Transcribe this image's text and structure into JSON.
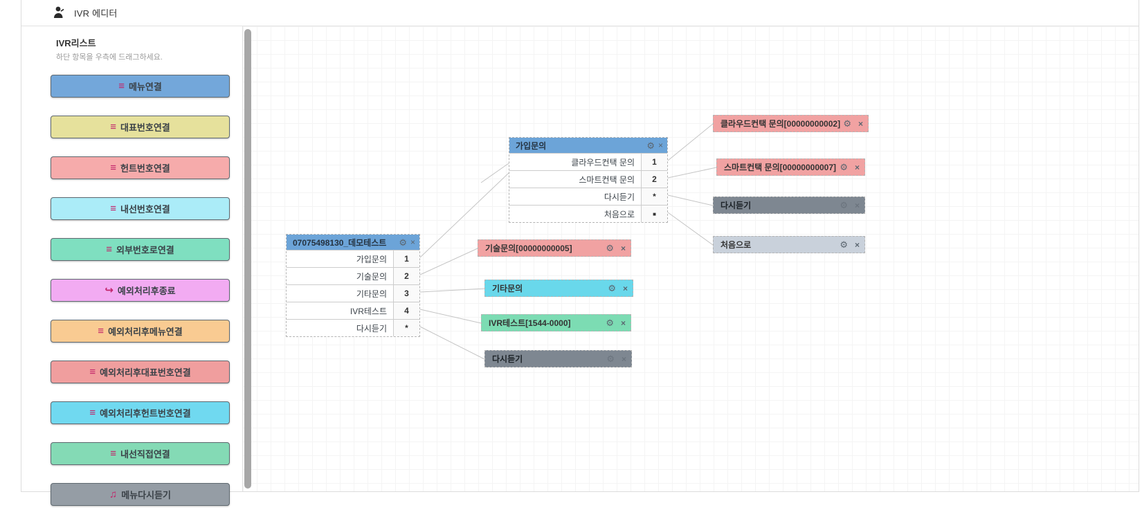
{
  "app": {
    "title": "IVR 에디터"
  },
  "sidebar": {
    "title": "IVR리스트",
    "subtitle": "하단 항목을 우측에 드래그하세요.",
    "items": [
      {
        "label": "메뉴연결",
        "glyph": "≡",
        "color": "#73a7da"
      },
      {
        "label": "대표번호연결",
        "glyph": "≡",
        "color": "#e6e19c"
      },
      {
        "label": "헌트번호연결",
        "glyph": "≡",
        "color": "#f6abab"
      },
      {
        "label": "내선번호연결",
        "glyph": "≡",
        "color": "#abecf8"
      },
      {
        "label": "외부번호로연결",
        "glyph": "≡",
        "color": "#7fdfc0"
      },
      {
        "label": "예외처리후종료",
        "glyph": "↪",
        "color": "#f2abf2"
      },
      {
        "label": "예외처리후메뉴연결",
        "glyph": "≡",
        "color": "#f9cb92"
      },
      {
        "label": "예외처리후대표번호연결",
        "glyph": "≡",
        "color": "#f09e9e"
      },
      {
        "label": "예외처리후헌트번호연결",
        "glyph": "≡",
        "color": "#70d9f0"
      },
      {
        "label": "내선직접연결",
        "glyph": "≡",
        "color": "#84dab5"
      },
      {
        "label": "메뉴다시듣기",
        "glyph": "♫",
        "color": "#959da5"
      }
    ]
  },
  "canvas": {
    "icons": {
      "gear": "⚙",
      "close": "×"
    },
    "menu_nodes": [
      {
        "title": "07075498130_데모테스트",
        "rows": [
          {
            "label": "가입문의",
            "key": "1"
          },
          {
            "label": "기술문의",
            "key": "2"
          },
          {
            "label": "기타문의",
            "key": "3"
          },
          {
            "label": "IVR테스트",
            "key": "4"
          },
          {
            "label": "다시듣기",
            "key": "*"
          }
        ]
      },
      {
        "title": "가입문의",
        "rows": [
          {
            "label": "클라우드컨택 문의",
            "key": "1"
          },
          {
            "label": "스마트컨택 문의",
            "key": "2"
          },
          {
            "label": "다시듣기",
            "key": "*"
          },
          {
            "label": "처음으로",
            "key": "■"
          }
        ]
      }
    ],
    "leaf_nodes": [
      {
        "label": "기술문의[00000000005]",
        "color": "#f1a2a2"
      },
      {
        "label": "기타문의",
        "color": "#69d8eb"
      },
      {
        "label": "IVR테스트[1544-0000]",
        "color": "#7cdcb3"
      },
      {
        "label": "다시듣기",
        "color": "#7e8791"
      },
      {
        "label": "클라우드컨택 문의[00000000002]",
        "color": "#f1a2a2"
      },
      {
        "label": "스마트컨택 문의[00000000007]",
        "color": "#f1a2a2"
      },
      {
        "label": "다시듣기",
        "color": "#7e8791"
      },
      {
        "label": "처음으로",
        "color": "#c9d1db"
      }
    ],
    "edges": [
      [
        256,
        334,
        384,
        212
      ],
      [
        344,
        226,
        384,
        198
      ],
      [
        256,
        359,
        339,
        321
      ],
      [
        256,
        384,
        349,
        379
      ],
      [
        256,
        409,
        344,
        429
      ],
      [
        256,
        434,
        349,
        481
      ],
      [
        614,
        194,
        679,
        141
      ],
      [
        614,
        219,
        684,
        204
      ],
      [
        614,
        244,
        679,
        259
      ],
      [
        614,
        269,
        679,
        316
      ]
    ]
  }
}
